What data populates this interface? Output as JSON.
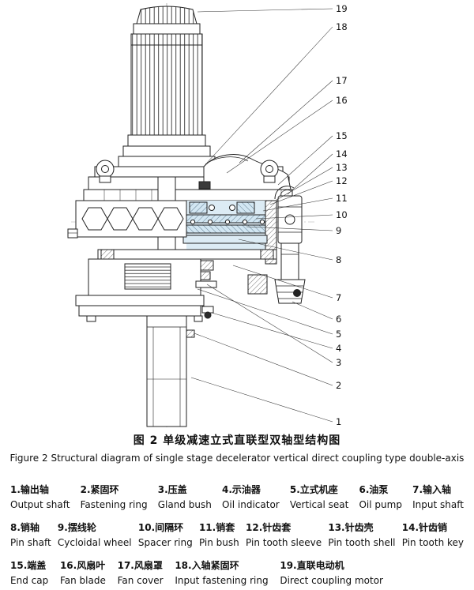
{
  "figure": {
    "caption_zh": "图 2  单级减速立式直联型双轴型结构图",
    "caption_en": "Figure 2 Structural diagram of single stage decelerator vertical direct coupling type double-axis"
  },
  "callouts": [
    "1",
    "2",
    "3",
    "4",
    "5",
    "6",
    "7",
    "8",
    "9",
    "10",
    "11",
    "12",
    "13",
    "14",
    "15",
    "16",
    "17",
    "18",
    "19"
  ],
  "legend": [
    {
      "zh": "1.输出轴",
      "en": "Output shaft"
    },
    {
      "zh": "2.紧固环",
      "en": "Fastening ring"
    },
    {
      "zh": "3.压盖",
      "en": "Gland bush"
    },
    {
      "zh": "4.示油器",
      "en": "Oil indicator"
    },
    {
      "zh": "5.立式机座",
      "en": "Vertical seat"
    },
    {
      "zh": "6.油泵",
      "en": "Oil pump"
    },
    {
      "zh": "7.输入轴",
      "en": "Input shaft"
    },
    {
      "zh": "8.销轴",
      "en": "Pin shaft"
    },
    {
      "zh": "9.摆线轮",
      "en": "Cycloidal wheel"
    },
    {
      "zh": "10.间隔环",
      "en": "Spacer ring"
    },
    {
      "zh": "11.销套",
      "en": "Pin bush"
    },
    {
      "zh": "12.针齿套",
      "en": "Pin tooth sleeve"
    },
    {
      "zh": "13.针齿壳",
      "en": "Pin tooth shell"
    },
    {
      "zh": "14.针齿销",
      "en": "Pin tooth key"
    },
    {
      "zh": "15.端盖",
      "en": "End cap"
    },
    {
      "zh": "16.风扇叶",
      "en": "Fan blade"
    },
    {
      "zh": "17.风扇罩",
      "en": "Fan cover"
    },
    {
      "zh": "18.入轴紧固环",
      "en": "Input fastening ring"
    },
    {
      "zh": "19.直联电动机",
      "en": "Direct coupling motor"
    }
  ],
  "drawing": {
    "line_color": "#222222",
    "highlight_fill": "#d2e6f2"
  }
}
